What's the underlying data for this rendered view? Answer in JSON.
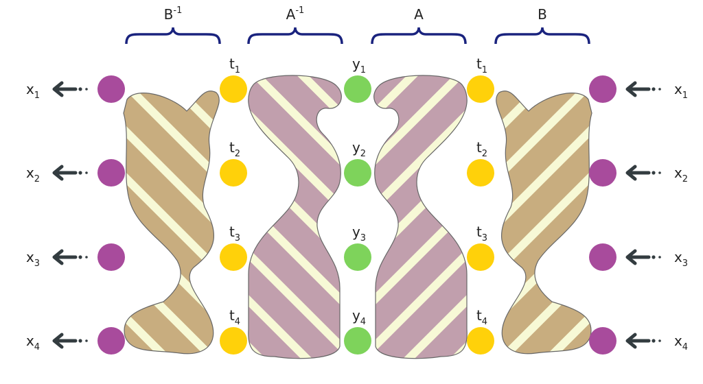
{
  "colors": {
    "brace": "#1a237e",
    "x_node": "#a84b9c",
    "t_node": "#ffd10a",
    "y_node": "#7ed35b",
    "b_blob": "#c8ad7f",
    "a_blob": "#c19fad",
    "stripe": "#f7f9d6",
    "arrow": "#333c40"
  },
  "braces": [
    {
      "base": "B",
      "sup": "-1"
    },
    {
      "base": "A",
      "sup": "-1"
    },
    {
      "base": "A",
      "sup": ""
    },
    {
      "base": "B",
      "sup": ""
    }
  ],
  "x_left": [
    {
      "base": "x",
      "sub": "1"
    },
    {
      "base": "x",
      "sub": "2"
    },
    {
      "base": "x",
      "sub": "3"
    },
    {
      "base": "x",
      "sub": "4"
    }
  ],
  "x_right": [
    {
      "base": "x",
      "sub": "1"
    },
    {
      "base": "x",
      "sub": "2"
    },
    {
      "base": "x",
      "sub": "3"
    },
    {
      "base": "x",
      "sub": "4"
    }
  ],
  "t_left": [
    {
      "base": "t",
      "sub": "1"
    },
    {
      "base": "t",
      "sub": "2"
    },
    {
      "base": "t",
      "sub": "3"
    },
    {
      "base": "t",
      "sub": "4"
    }
  ],
  "t_right": [
    {
      "base": "t",
      "sub": "1"
    },
    {
      "base": "t",
      "sub": "2"
    },
    {
      "base": "t",
      "sub": "3"
    },
    {
      "base": "t",
      "sub": "4"
    }
  ],
  "y_nodes": [
    {
      "base": "y",
      "sub": "1"
    },
    {
      "base": "y",
      "sub": "2"
    },
    {
      "base": "y",
      "sub": "3"
    },
    {
      "base": "y",
      "sub": "4"
    }
  ]
}
